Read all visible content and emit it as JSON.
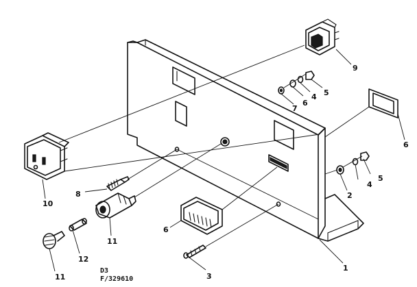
{
  "callouts": {
    "c1": "1",
    "c2": "2",
    "c3": "3",
    "c4a": "4",
    "c4b": "4",
    "c5a": "5",
    "c5b": "5",
    "c6a": "6",
    "c6b": "6",
    "c6c": "6",
    "c7": "7",
    "c8": "8",
    "c9": "9",
    "c10": "10",
    "c11a": "11",
    "c11b": "11",
    "c12": "12"
  },
  "drawing_codes": {
    "line1": "D3",
    "line2": "F/329610"
  }
}
